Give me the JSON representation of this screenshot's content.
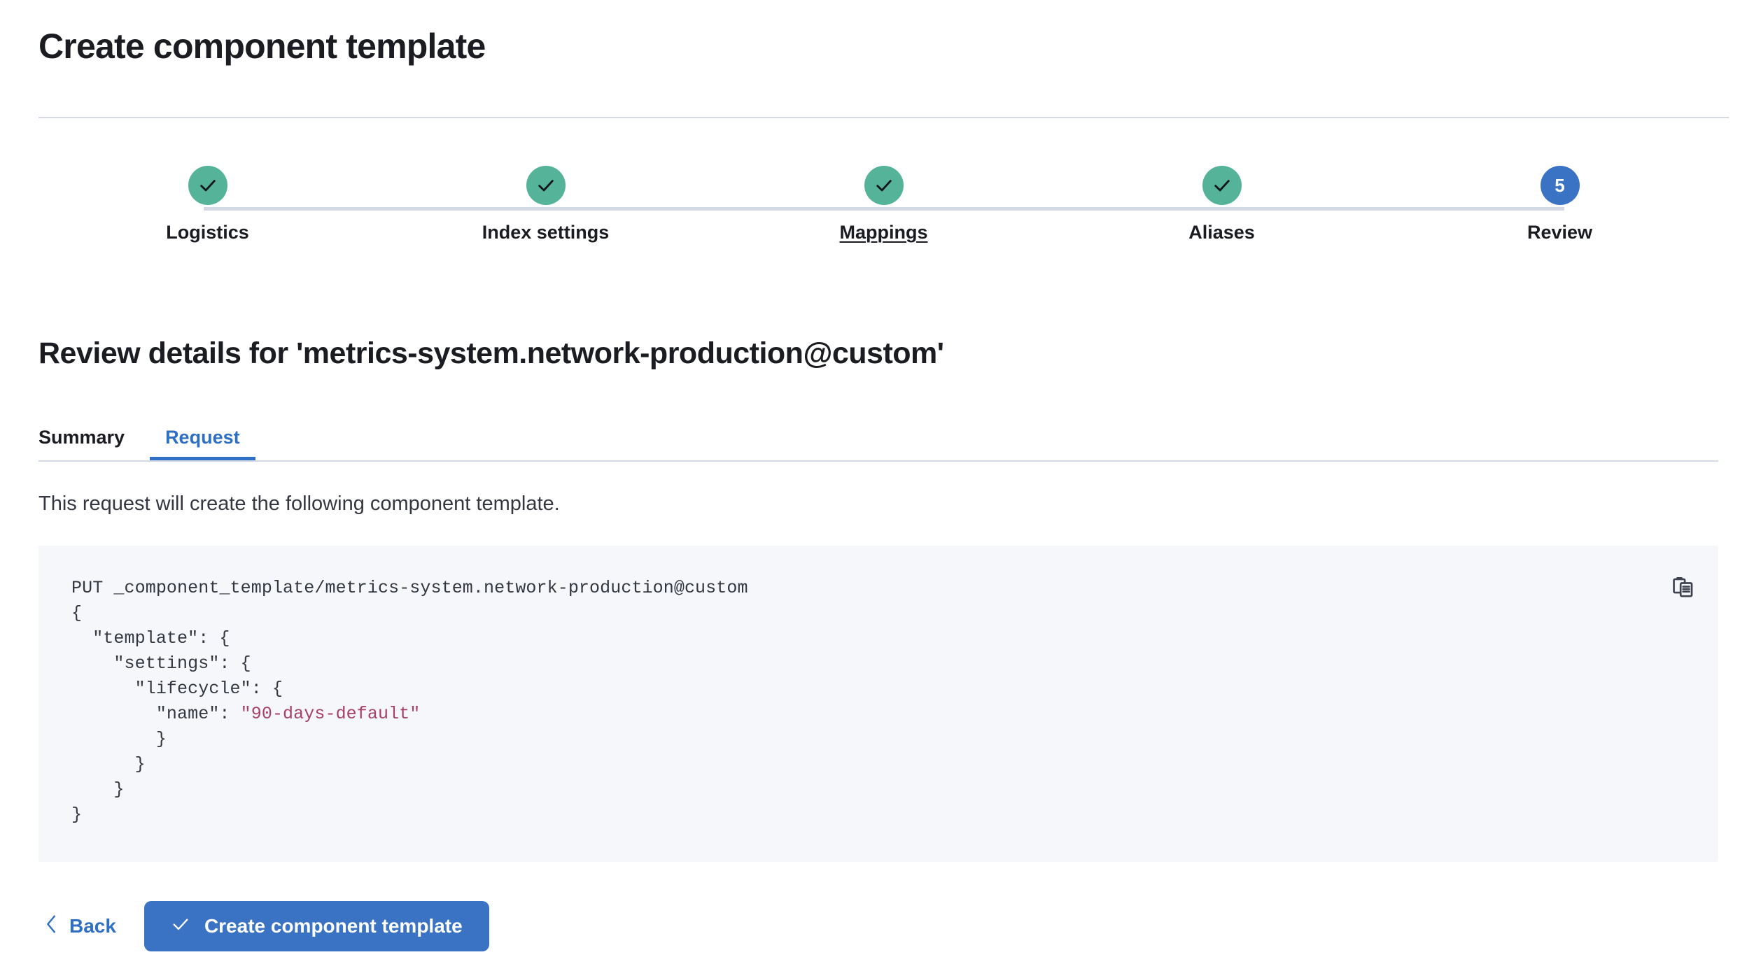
{
  "page": {
    "title": "Create component template"
  },
  "stepper": {
    "steps": [
      {
        "label": "Logistics",
        "state": "complete",
        "number": "1",
        "icon": "check-icon",
        "hovered": false
      },
      {
        "label": "Index settings",
        "state": "complete",
        "number": "2",
        "icon": "check-icon",
        "hovered": false
      },
      {
        "label": "Mappings",
        "state": "complete",
        "number": "3",
        "icon": "check-icon",
        "hovered": true
      },
      {
        "label": "Aliases",
        "state": "complete",
        "number": "4",
        "icon": "check-icon",
        "hovered": false
      },
      {
        "label": "Review",
        "state": "current",
        "number": "5",
        "icon": "number",
        "hovered": false
      }
    ]
  },
  "review": {
    "heading": "Review details for 'metrics-system.network-production@custom'",
    "tabs": [
      {
        "label": "Summary",
        "active": false
      },
      {
        "label": "Request",
        "active": true
      }
    ],
    "description": "This request will create the following component template.",
    "copy_icon": "clipboard-copy-icon",
    "request": {
      "method": "PUT",
      "path": "_component_template/metrics-system.network-production@custom",
      "body_lines": [
        "{",
        "  \"template\": {",
        "    \"settings\": {",
        "      \"lifecycle\": {",
        "        \"name\": ",
        "        }",
        "      }",
        "    }",
        "}"
      ],
      "lifecycle_name": "\"90-days-default\""
    }
  },
  "footer": {
    "back_label": "Back",
    "back_icon": "chevron-left-icon",
    "submit_label": "Create component template",
    "submit_icon": "check-icon"
  },
  "colors": {
    "complete_step": "#54b399",
    "current_step": "#3b73c4",
    "accent_blue": "#2f6fc4",
    "connector": "#d3dae6",
    "code_bg": "#f5f7fa",
    "code_string": "#a8406a",
    "text_primary": "#1a1c21"
  }
}
